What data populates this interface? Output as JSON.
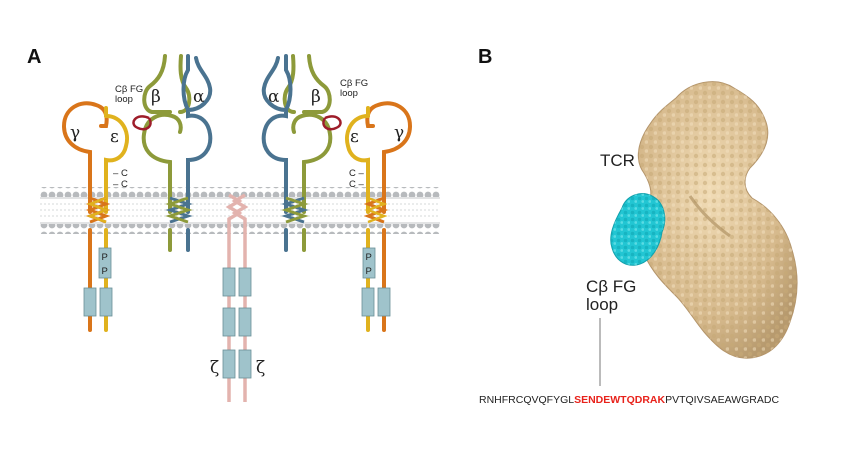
{
  "panel_a": {
    "letter": "A",
    "labels": {
      "alpha": "α",
      "beta": "β",
      "gamma": "γ",
      "epsilon": "ε",
      "zeta": "ζ",
      "loop_line1": "Cβ FG",
      "loop_line2": "loop",
      "cys": "C",
      "p": "P"
    }
  },
  "panel_b": {
    "letter": "B",
    "tcr_label": "TCR",
    "loop_line1": "Cβ FG",
    "loop_line2": "loop",
    "sequence": {
      "before": "RNHFRCQVQFYGL",
      "highlight": "SENDEWTQDRAK",
      "after": "PVTQIVSAEAWGRADC"
    }
  },
  "colors": {
    "alpha": "#4a7390",
    "beta": "#8d9a3a",
    "gamma": "#d9751a",
    "epsilon": "#e0b21e",
    "zeta": "#e3b3ae",
    "loop": "#9e1d2a",
    "itam": "#9fc3cb",
    "membrane": "#b9bcbf",
    "protein": "#dcc29a",
    "loop_surface": "#22c6d3",
    "highlight": "#e8221b"
  }
}
